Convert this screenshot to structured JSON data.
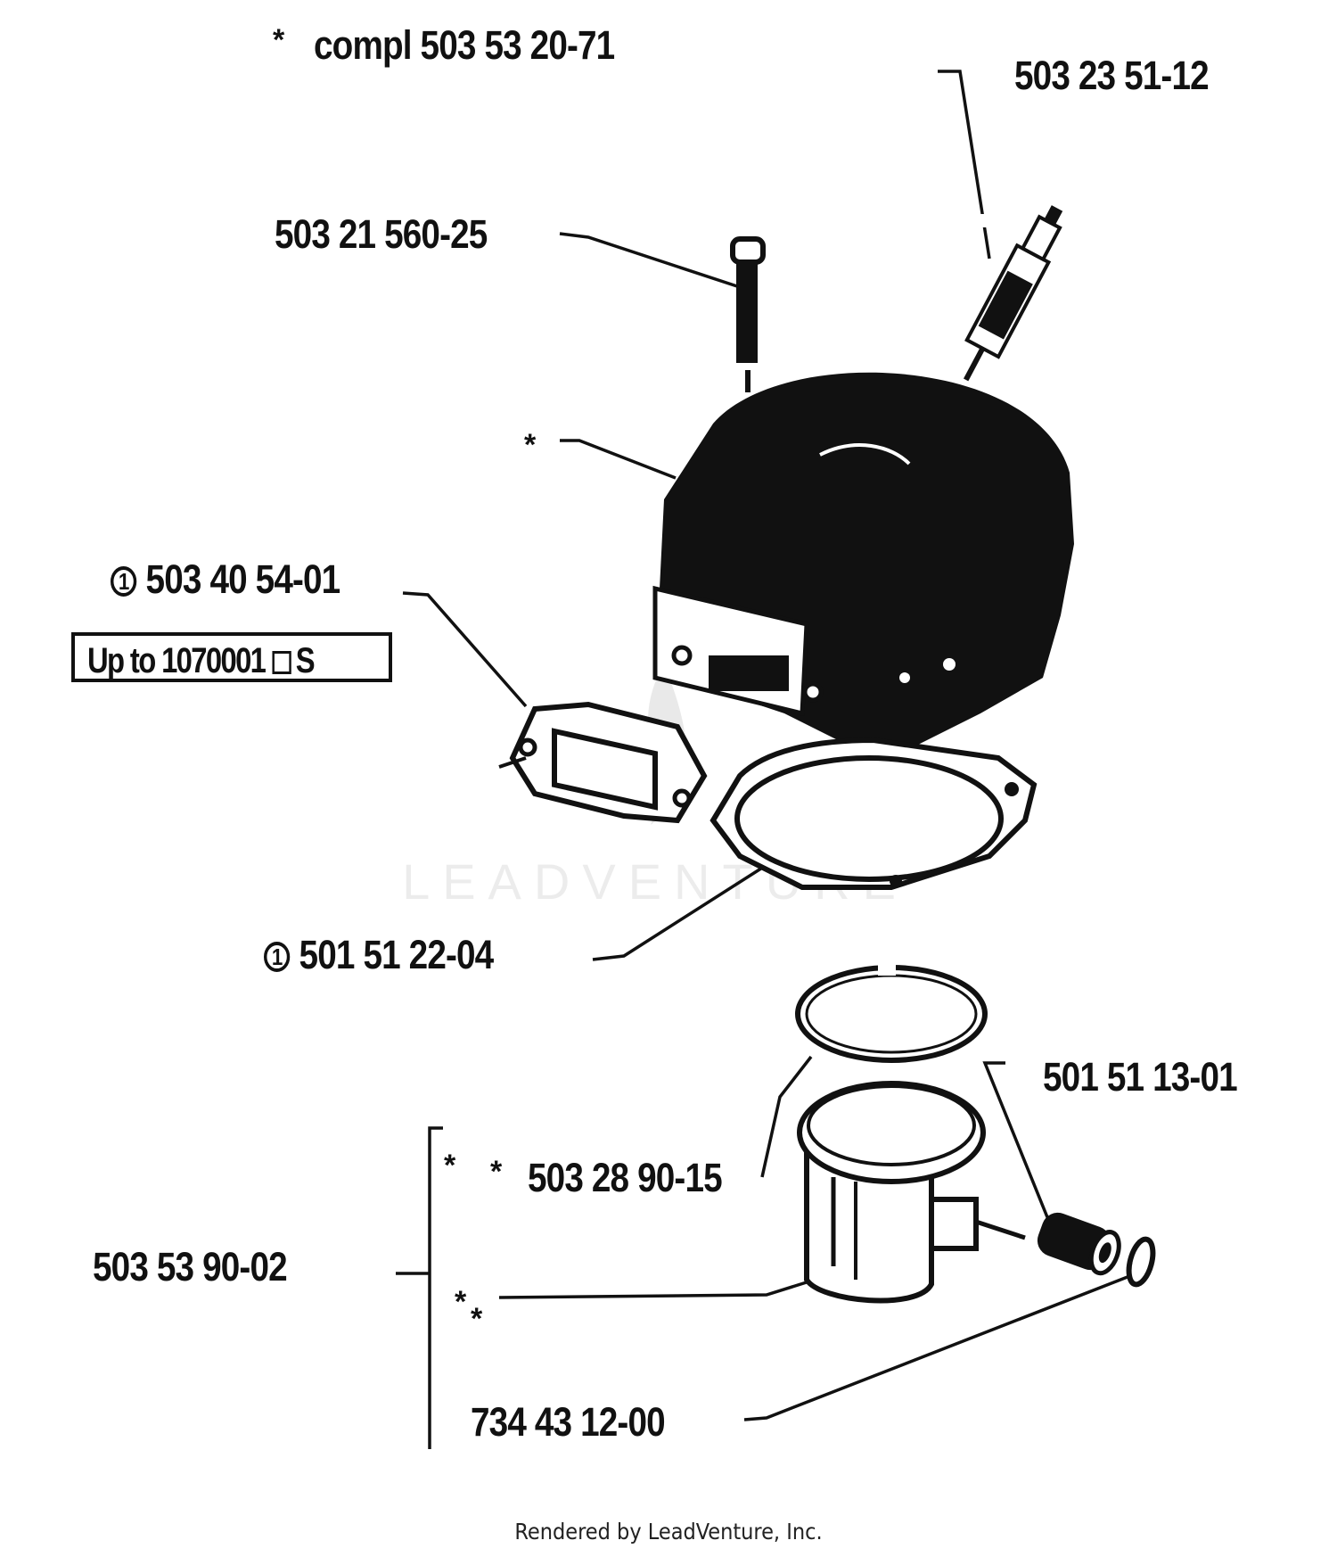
{
  "labels": {
    "compl_star": "*",
    "compl": "compl 503 53 20-71",
    "spark_plug": "503 23 51-12",
    "bolt": "503 21 560-25",
    "cylinder_star": "*",
    "exhaust_gasket_marker": "1",
    "exhaust_gasket": "503 40 54-01",
    "box_text_left": "Up to 1070001",
    "box_text_right": "S",
    "base_gasket_marker": "1",
    "base_gasket": "501 51 22-04",
    "piston_pin": "501 51 13-01",
    "piston_ring_star_a": "*",
    "piston_ring_star_b": "*",
    "piston_ring": "503 28 90-15",
    "piston_kit": "503 53 90-02",
    "piston_star_a": "*",
    "piston_star_b": "*",
    "circlip": "734 43 12-00"
  },
  "watermark": "LEADVENTURE",
  "credit": "Rendered by LeadVenture, Inc."
}
